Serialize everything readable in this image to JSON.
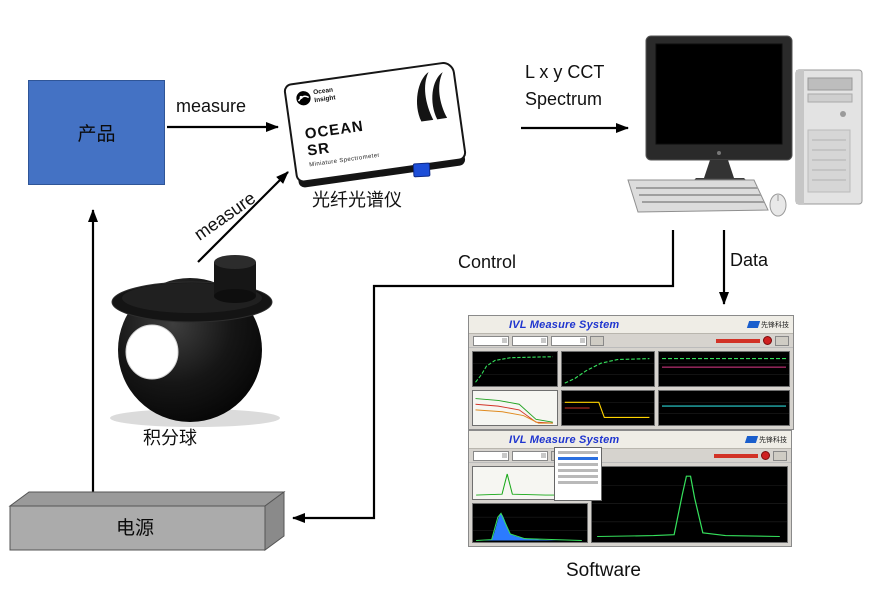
{
  "colors": {
    "product_fill": "#4472c4",
    "power_fill": "#ababab",
    "software_title_blue": "#1f35cf",
    "arrow": "#000000",
    "chart_green": "#35e05c",
    "chart_blue_fill": "#2b7bff"
  },
  "labels": {
    "product": "产品",
    "measure_top": "measure",
    "measure_diagonal": "measure",
    "lxycct_line1": "L x y CCT",
    "lxycct_line2": "Spectrum",
    "control": "Control",
    "data": "Data",
    "software": "Software",
    "sphere_caption": "积分球",
    "power": "电源",
    "spectrometer_caption": "光纤光谱仪"
  },
  "spectrometer": {
    "brand_line1": "Ocean",
    "brand_line2": "Insight",
    "model_line1": "OCEAN",
    "model_line2": "SR",
    "subtitle": "Miniature Spectrometer"
  },
  "software": {
    "windows": [
      {
        "title": "IVL Measure System",
        "brand": "先锋科技"
      },
      {
        "title": "IVL Measure System",
        "brand": "先锋科技"
      }
    ]
  }
}
